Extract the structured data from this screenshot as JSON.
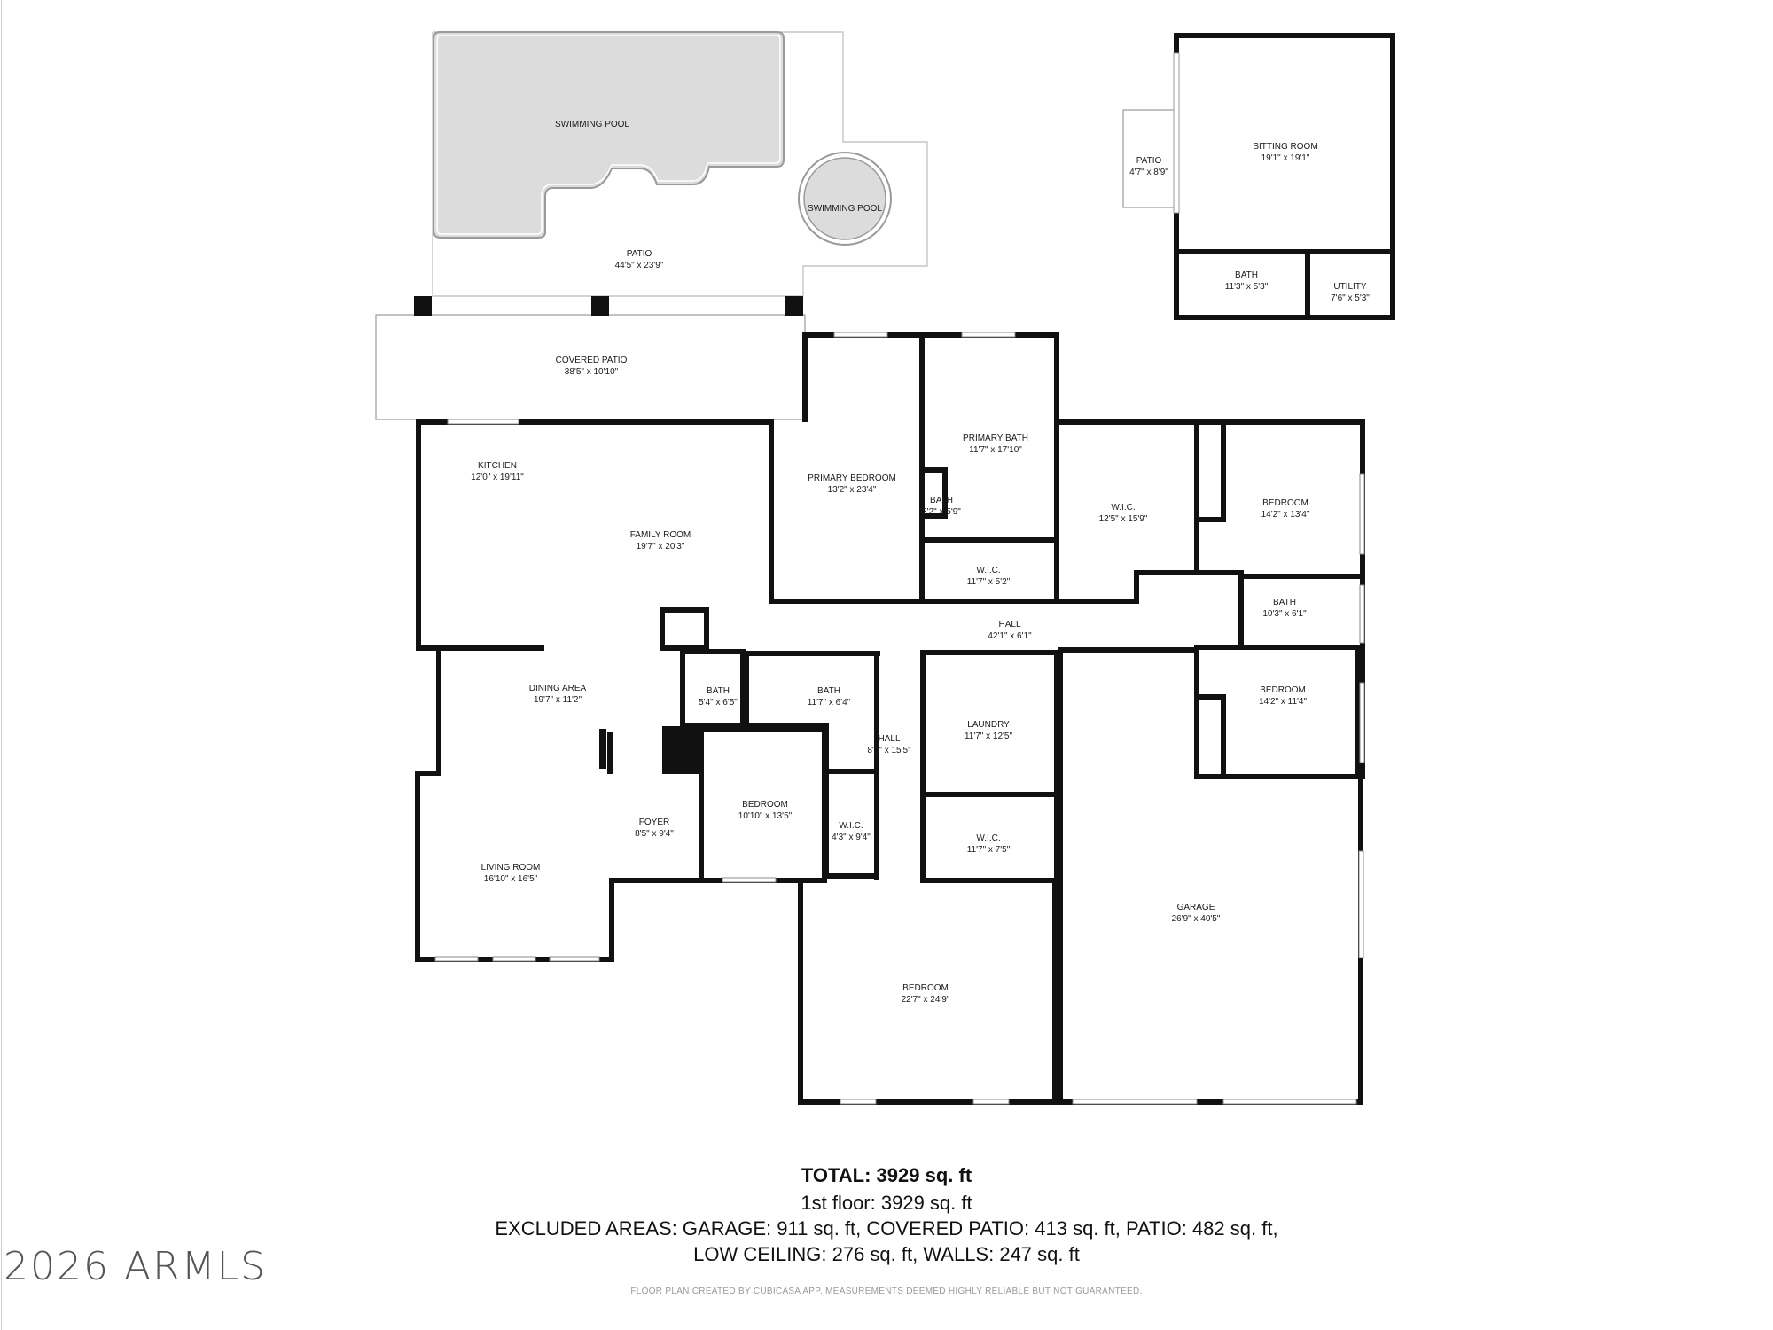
{
  "rooms": {
    "pool_main": {
      "name": "SWIMMING POOL",
      "dims": ""
    },
    "pool_round": {
      "name": "SWIMMING POOL",
      "dims": ""
    },
    "patio": {
      "name": "PATIO",
      "dims": "44'5\" x 23'9\""
    },
    "covered_patio": {
      "name": "COVERED PATIO",
      "dims": "38'5\" x 10'10\""
    },
    "kitchen": {
      "name": "KITCHEN",
      "dims": "12'0\" x 19'11\""
    },
    "family_room": {
      "name": "FAMILY ROOM",
      "dims": "19'7\" x 20'3\""
    },
    "dining_area": {
      "name": "DINING AREA",
      "dims": "19'7\" x 11'2\""
    },
    "living_room": {
      "name": "LIVING ROOM",
      "dims": "16'10\" x 16'5\""
    },
    "foyer": {
      "name": "FOYER",
      "dims": "8'5\" x 9'4\""
    },
    "bath_small": {
      "name": "BATH",
      "dims": "5'4\" x 6'5\""
    },
    "bath_hall": {
      "name": "BATH",
      "dims": "11'7\" x 6'4\""
    },
    "hall_small": {
      "name": "HALL",
      "dims": "8'1\" x 15'5\""
    },
    "bedroom_mid": {
      "name": "BEDROOM",
      "dims": "10'10\" x 13'5\""
    },
    "wic_mid": {
      "name": "W.I.C.",
      "dims": "4'3\" x 9'4\""
    },
    "primary_bedroom": {
      "name": "PRIMARY BEDROOM",
      "dims": "13'2\" x 23'4\""
    },
    "primary_bath": {
      "name": "PRIMARY BATH",
      "dims": "11'7\" x 17'10\""
    },
    "bath_primary_small": {
      "name": "BATH",
      "dims": "3'2\" x 5'9\""
    },
    "wic_primary_bath": {
      "name": "W.I.C.",
      "dims": "11'7\" x 5'2\""
    },
    "wic_primary": {
      "name": "W.I.C.",
      "dims": "12'5\" x 15'9\""
    },
    "hall_main": {
      "name": "HALL",
      "dims": "42'1\" x 6'1\""
    },
    "laundry": {
      "name": "LAUNDRY",
      "dims": "11'7\" x 12'5\""
    },
    "wic_laundry": {
      "name": "W.I.C.",
      "dims": "11'7\" x 7'5\""
    },
    "bedroom_large": {
      "name": "BEDROOM",
      "dims": "22'7\" x 24'9\""
    },
    "bedroom_ne": {
      "name": "BEDROOM",
      "dims": "14'2\" x 13'4\""
    },
    "bath_east": {
      "name": "BATH",
      "dims": "10'3\" x 6'1\""
    },
    "bedroom_e": {
      "name": "BEDROOM",
      "dims": "14'2\" x 11'4\""
    },
    "garage": {
      "name": "GARAGE",
      "dims": "26'9\" x 40'5\""
    },
    "patio_casita": {
      "name": "PATIO",
      "dims": "4'7\" x 8'9\""
    },
    "sitting_room": {
      "name": "SITTING ROOM",
      "dims": "19'1\" x 19'1\""
    },
    "bath_casita": {
      "name": "BATH",
      "dims": "11'3\" x 5'3\""
    },
    "utility": {
      "name": "UTILITY",
      "dims": "7'6\" x 5'3\""
    }
  },
  "summary": {
    "total": "TOTAL: 3929 sq. ft",
    "floor": "1st floor: 3929 sq. ft",
    "excluded": "EXCLUDED AREAS: GARAGE: 911 sq. ft, COVERED PATIO: 413 sq. ft, PATIO: 482 sq. ft,",
    "low_ceiling": "LOW CEILING: 276 sq. ft, WALLS: 247 sq. ft",
    "footer": "FLOOR PLAN CREATED BY CUBICASA APP. MEASUREMENTS DEEMED HIGHLY RELIABLE BUT NOT GUARANTEED."
  },
  "watermark": "2026 ARMLS"
}
